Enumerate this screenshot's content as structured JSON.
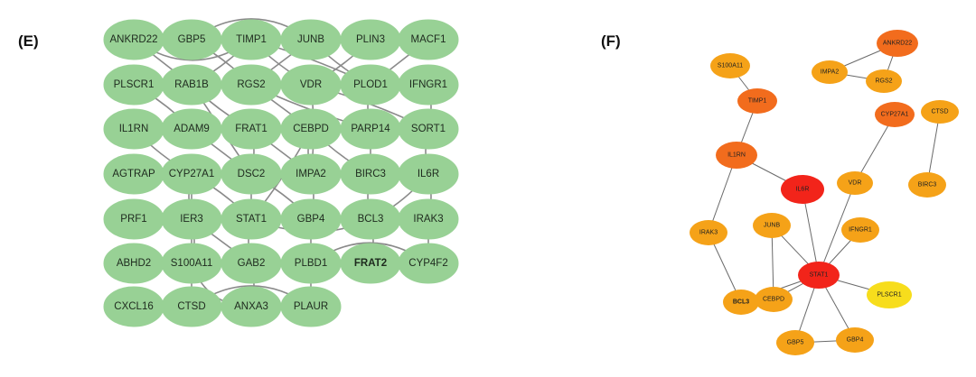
{
  "panels": {
    "E": {
      "label": "(E)"
    },
    "F": {
      "label": "(F)"
    }
  },
  "colors": {
    "e_node": "#98d195",
    "e_edge": "#8a8a8a",
    "f_edge": "#6a6a6a",
    "f_red": "#f2241a",
    "f_orange_dark": "#f26c1d",
    "f_orange": "#f5a218",
    "f_yellow": "#f7dd1c"
  },
  "networkE": {
    "nodes": [
      {
        "id": "ANKRD22",
        "label": "ANKRD22"
      },
      {
        "id": "GBP5",
        "label": "GBP5"
      },
      {
        "id": "TIMP1",
        "label": "TIMP1"
      },
      {
        "id": "JUNB",
        "label": "JUNB"
      },
      {
        "id": "PLIN3",
        "label": "PLIN3"
      },
      {
        "id": "MACF1",
        "label": "MACF1"
      },
      {
        "id": "PLSCR1",
        "label": "PLSCR1"
      },
      {
        "id": "RAB1B",
        "label": "RAB1B"
      },
      {
        "id": "RGS2",
        "label": "RGS2"
      },
      {
        "id": "VDR",
        "label": "VDR"
      },
      {
        "id": "PLOD1",
        "label": "PLOD1"
      },
      {
        "id": "IFNGR1",
        "label": "IFNGR1"
      },
      {
        "id": "IL1RN",
        "label": "IL1RN"
      },
      {
        "id": "ADAM9",
        "label": "ADAM9"
      },
      {
        "id": "FRAT1",
        "label": "FRAT1"
      },
      {
        "id": "CEBPD",
        "label": "CEBPD"
      },
      {
        "id": "PARP14",
        "label": "PARP14"
      },
      {
        "id": "SORT1",
        "label": "SORT1"
      },
      {
        "id": "AGTRAP",
        "label": "AGTRAP"
      },
      {
        "id": "CYP27A1",
        "label": "CYP27A1"
      },
      {
        "id": "DSC2",
        "label": "DSC2"
      },
      {
        "id": "IMPA2",
        "label": "IMPA2"
      },
      {
        "id": "BIRC3",
        "label": "BIRC3"
      },
      {
        "id": "IL6R",
        "label": "IL6R"
      },
      {
        "id": "PRF1",
        "label": "PRF1"
      },
      {
        "id": "IER3",
        "label": "IER3"
      },
      {
        "id": "STAT1",
        "label": "STAT1"
      },
      {
        "id": "GBP4",
        "label": "GBP4"
      },
      {
        "id": "BCL3",
        "label": "BCL3"
      },
      {
        "id": "IRAK3",
        "label": "IRAK3"
      },
      {
        "id": "ABHD2",
        "label": "ABHD2"
      },
      {
        "id": "S100A11",
        "label": "S100A11"
      },
      {
        "id": "GAB2",
        "label": "GAB2"
      },
      {
        "id": "PLBD1",
        "label": "PLBD1"
      },
      {
        "id": "FRAT2",
        "label": "FRAT2",
        "bold": true
      },
      {
        "id": "CYP4F2",
        "label": "CYP4F2"
      },
      {
        "id": "CXCL16",
        "label": "CXCL16"
      },
      {
        "id": "CTSD",
        "label": "CTSD"
      },
      {
        "id": "ANXA3",
        "label": "ANXA3"
      },
      {
        "id": "PLAUR",
        "label": "PLAUR"
      }
    ],
    "edges": [
      [
        "ANKRD22",
        "GBP5"
      ],
      [
        "ANKRD22",
        "RAB1B"
      ],
      [
        "GBP5",
        "TIMP1"
      ],
      [
        "GBP5",
        "RGS2"
      ],
      [
        "GBP5",
        "JUNB"
      ],
      [
        "TIMP1",
        "VDR"
      ],
      [
        "TIMP1",
        "PLOD1"
      ],
      [
        "JUNB",
        "RGS2"
      ],
      [
        "JUNB",
        "PLOD1"
      ],
      [
        "PLIN3",
        "VDR"
      ],
      [
        "MACF1",
        "PLOD1"
      ],
      [
        "PLSCR1",
        "RAB1B"
      ],
      [
        "PLSCR1",
        "ADAM9"
      ],
      [
        "RAB1B",
        "RGS2"
      ],
      [
        "RAB1B",
        "FRAT1"
      ],
      [
        "RGS2",
        "VDR"
      ],
      [
        "RGS2",
        "CEBPD"
      ],
      [
        "VDR",
        "PLOD1"
      ],
      [
        "VDR",
        "IMPA2"
      ],
      [
        "PLOD1",
        "IFNGR1"
      ],
      [
        "PLOD1",
        "PARP14"
      ],
      [
        "IFNGR1",
        "SORT1"
      ],
      [
        "IL1RN",
        "ADAM9"
      ],
      [
        "IL1RN",
        "CYP27A1"
      ],
      [
        "ADAM9",
        "FRAT1"
      ],
      [
        "ADAM9",
        "DSC2"
      ],
      [
        "FRAT1",
        "CEBPD"
      ],
      [
        "FRAT1",
        "DSC2"
      ],
      [
        "CEBPD",
        "PARP14"
      ],
      [
        "CEBPD",
        "IMPA2"
      ],
      [
        "PARP14",
        "SORT1"
      ],
      [
        "PARP14",
        "BIRC3"
      ],
      [
        "SORT1",
        "IL6R"
      ],
      [
        "AGTRAP",
        "CYP27A1"
      ],
      [
        "CYP27A1",
        "DSC2"
      ],
      [
        "CYP27A1",
        "IER3"
      ],
      [
        "DSC2",
        "IMPA2"
      ],
      [
        "DSC2",
        "STAT1"
      ],
      [
        "IMPA2",
        "BIRC3"
      ],
      [
        "IMPA2",
        "GBP4"
      ],
      [
        "BIRC3",
        "IL6R"
      ],
      [
        "BIRC3",
        "BCL3"
      ],
      [
        "IL6R",
        "IRAK3"
      ],
      [
        "PRF1",
        "IER3"
      ],
      [
        "IER3",
        "STAT1"
      ],
      [
        "IER3",
        "S100A11"
      ],
      [
        "STAT1",
        "GBP4"
      ],
      [
        "STAT1",
        "GAB2"
      ],
      [
        "GBP4",
        "BCL3"
      ],
      [
        "GBP4",
        "PLBD1"
      ],
      [
        "BCL3",
        "IRAK3"
      ],
      [
        "BCL3",
        "FRAT2"
      ],
      [
        "IRAK3",
        "CYP4F2"
      ],
      [
        "ABHD2",
        "S100A11"
      ],
      [
        "S100A11",
        "GAB2"
      ],
      [
        "S100A11",
        "CTSD"
      ],
      [
        "GAB2",
        "PLBD1"
      ],
      [
        "GAB2",
        "ANXA3"
      ],
      [
        "PLBD1",
        "PLAUR"
      ],
      [
        "PLBD1",
        "FRAT2"
      ],
      [
        "CXCL16",
        "CTSD"
      ],
      [
        "CTSD",
        "ANXA3"
      ],
      [
        "ANXA3",
        "PLAUR"
      ],
      [
        "ADAM9",
        "CEBPD"
      ],
      [
        "RAB1B",
        "DSC2"
      ],
      [
        "IL1RN",
        "FRAT1"
      ],
      [
        "CYP27A1",
        "STAT1"
      ],
      [
        "STAT1",
        "BCL3"
      ],
      [
        "CEBPD",
        "BIRC3"
      ],
      [
        "DSC2",
        "GBP4"
      ],
      [
        "FRAT1",
        "IMPA2"
      ],
      [
        "RGS2",
        "PARP14"
      ],
      [
        "TIMP1",
        "RAB1B"
      ],
      [
        "IER3",
        "GAB2"
      ],
      [
        "S100A11",
        "PLBD1"
      ],
      [
        "CEBPD",
        "STAT1"
      ],
      [
        "CYP27A1",
        "S100A11"
      ],
      [
        "IMPA2",
        "IL6R"
      ],
      [
        "VDR",
        "SORT1"
      ]
    ],
    "curved_edges": [
      [
        "GBP5",
        "JUNB"
      ],
      [
        "ANKRD22",
        "TIMP1"
      ],
      [
        "CTSD",
        "PLAUR"
      ],
      [
        "S100A11",
        "ANXA3"
      ],
      [
        "PLBD1",
        "CYP4F2"
      ],
      [
        "STAT1",
        "IL6R"
      ]
    ]
  },
  "networkF": {
    "nodes": [
      {
        "id": "S100A11",
        "label": "S100A11",
        "tier": "orange"
      },
      {
        "id": "TIMP1",
        "label": "TIMP1",
        "tier": "orange_dark"
      },
      {
        "id": "ANKRD22",
        "label": "ANKRD22",
        "tier": "orange_dark"
      },
      {
        "id": "IMPA2",
        "label": "IMPA2",
        "tier": "orange"
      },
      {
        "id": "RGS2",
        "label": "RGS2",
        "tier": "orange"
      },
      {
        "id": "CYP27A1",
        "label": "CYP27A1",
        "tier": "orange_dark"
      },
      {
        "id": "CTSD",
        "label": "CTSD",
        "tier": "orange"
      },
      {
        "id": "IL1RN",
        "label": "IL1RN",
        "tier": "orange_dark"
      },
      {
        "id": "IL6R",
        "label": "IL6R",
        "tier": "red"
      },
      {
        "id": "VDR",
        "label": "VDR",
        "tier": "orange"
      },
      {
        "id": "BIRC3",
        "label": "BIRC3",
        "tier": "orange"
      },
      {
        "id": "IRAK3",
        "label": "IRAK3",
        "tier": "orange"
      },
      {
        "id": "JUNB",
        "label": "JUNB",
        "tier": "orange"
      },
      {
        "id": "IFNGR1",
        "label": "IFNGR1",
        "tier": "orange"
      },
      {
        "id": "STAT1",
        "label": "STAT1",
        "tier": "red"
      },
      {
        "id": "PLSCR1",
        "label": "PLSCR1",
        "tier": "yellow"
      },
      {
        "id": "BCL3",
        "label": "BCL3",
        "tier": "orange",
        "bold": true
      },
      {
        "id": "CEBPD",
        "label": "CEBPD",
        "tier": "orange"
      },
      {
        "id": "GBP5",
        "label": "GBP5",
        "tier": "orange"
      },
      {
        "id": "GBP4",
        "label": "GBP4",
        "tier": "orange"
      }
    ],
    "edges": [
      [
        "S100A11",
        "TIMP1"
      ],
      [
        "TIMP1",
        "IL1RN"
      ],
      [
        "ANKRD22",
        "IMPA2"
      ],
      [
        "ANKRD22",
        "RGS2"
      ],
      [
        "IMPA2",
        "RGS2"
      ],
      [
        "CYP27A1",
        "VDR"
      ],
      [
        "CTSD",
        "BIRC3"
      ],
      [
        "IL1RN",
        "IL6R"
      ],
      [
        "IL1RN",
        "IRAK3"
      ],
      [
        "IRAK3",
        "BCL3"
      ],
      [
        "IL6R",
        "STAT1"
      ],
      [
        "VDR",
        "STAT1"
      ],
      [
        "IFNGR1",
        "STAT1"
      ],
      [
        "JUNB",
        "STAT1"
      ],
      [
        "JUNB",
        "CEBPD"
      ],
      [
        "STAT1",
        "PLSCR1"
      ],
      [
        "STAT1",
        "CEBPD"
      ],
      [
        "STAT1",
        "BCL3"
      ],
      [
        "STAT1",
        "GBP5"
      ],
      [
        "STAT1",
        "GBP4"
      ],
      [
        "BCL3",
        "CEBPD"
      ],
      [
        "GBP5",
        "GBP4"
      ]
    ]
  }
}
